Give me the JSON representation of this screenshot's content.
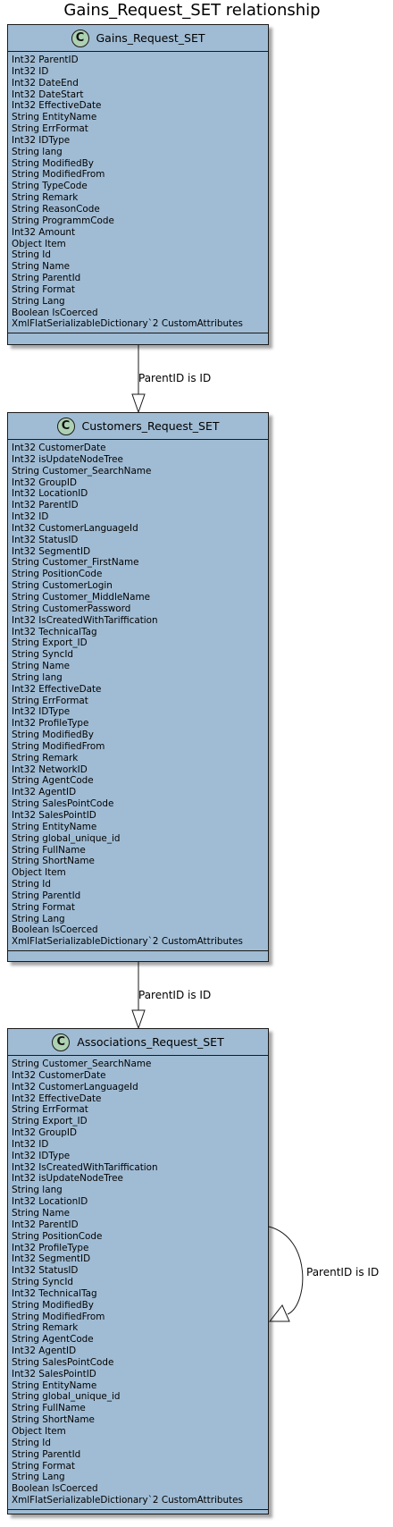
{
  "title": "Gains_Request_SET relationship",
  "classes": [
    {
      "name": "Gains_Request_SET",
      "stereotype": "C",
      "attributes": [
        "Int32 ParentID",
        "Int32 ID",
        "Int32 DateEnd",
        "Int32 DateStart",
        "Int32 EffectiveDate",
        "String EntityName",
        "String ErrFormat",
        "Int32 IDType",
        "String lang",
        "String ModifiedBy",
        "String ModifiedFrom",
        "String TypeCode",
        "String Remark",
        "String ReasonCode",
        "String ProgrammCode",
        "Int32 Amount",
        "Object Item",
        "String Id",
        "String Name",
        "String ParentId",
        "String Format",
        "String Lang",
        "Boolean IsCoerced",
        "XmlFlatSerializableDictionary`2 CustomAttributes"
      ]
    },
    {
      "name": "Customers_Request_SET",
      "stereotype": "C",
      "attributes": [
        "Int32 CustomerDate",
        "Int32 isUpdateNodeTree",
        "String Customer_SearchName",
        "Int32 GroupID",
        "Int32 LocationID",
        "Int32 ParentID",
        "Int32 ID",
        "Int32 CustomerLanguageId",
        "Int32 StatusID",
        "Int32 SegmentID",
        "String Customer_FirstName",
        "String PositionCode",
        "String CustomerLogin",
        "String Customer_MiddleName",
        "String CustomerPassword",
        "Int32 IsCreatedWithTariffication",
        "Int32 TechnicalTag",
        "String Export_ID",
        "String SyncId",
        "String Name",
        "String lang",
        "Int32 EffectiveDate",
        "String ErrFormat",
        "Int32 IDType",
        "Int32 ProfileType",
        "String ModifiedBy",
        "String ModifiedFrom",
        "String Remark",
        "Int32 NetworkID",
        "String AgentCode",
        "Int32 AgentID",
        "String SalesPointCode",
        "Int32 SalesPointID",
        "String EntityName",
        "String global_unique_id",
        "String FullName",
        "String ShortName",
        "Object Item",
        "String Id",
        "String ParentId",
        "String Format",
        "String Lang",
        "Boolean IsCoerced",
        "XmlFlatSerializableDictionary`2 CustomAttributes"
      ]
    },
    {
      "name": "Associations_Request_SET",
      "stereotype": "C",
      "attributes": [
        "String Customer_SearchName",
        "Int32 CustomerDate",
        "Int32 CustomerLanguageId",
        "Int32 EffectiveDate",
        "String ErrFormat",
        "String Export_ID",
        "Int32 GroupID",
        "Int32 ID",
        "Int32 IDType",
        "Int32 IsCreatedWithTariffication",
        "Int32 isUpdateNodeTree",
        "String lang",
        "Int32 LocationID",
        "String Name",
        "Int32 ParentID",
        "String PositionCode",
        "Int32 ProfileType",
        "Int32 SegmentID",
        "Int32 StatusID",
        "String SyncId",
        "Int32 TechnicalTag",
        "String ModifiedBy",
        "String ModifiedFrom",
        "String Remark",
        "String AgentCode",
        "Int32 AgentID",
        "String SalesPointCode",
        "Int32 SalesPointID",
        "String EntityName",
        "String global_unique_id",
        "String FullName",
        "String ShortName",
        "Object Item",
        "String Id",
        "String ParentId",
        "String Format",
        "String Lang",
        "Boolean IsCoerced",
        "XmlFlatSerializableDictionary`2 CustomAttributes"
      ]
    }
  ],
  "relations": [
    {
      "from": "Gains_Request_SET",
      "to": "Customers_Request_SET",
      "label": "ParentID is ID",
      "type": "inheritance"
    },
    {
      "from": "Customers_Request_SET",
      "to": "Associations_Request_SET",
      "label": "ParentID is ID",
      "type": "inheritance"
    },
    {
      "from": "Associations_Request_SET",
      "to": "Associations_Request_SET",
      "label": "ParentID is ID",
      "type": "inheritance"
    }
  ]
}
